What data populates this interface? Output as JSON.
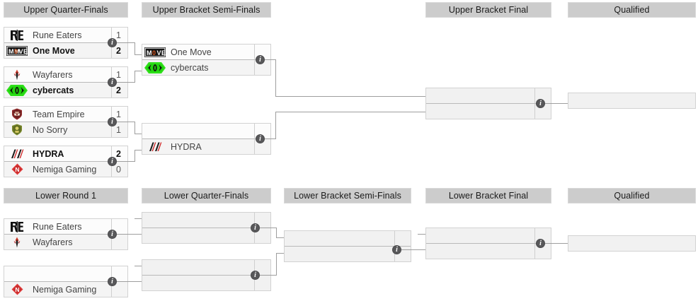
{
  "page": {
    "title": "Double-Elimination Tournament Bracket"
  },
  "colors": {
    "header_bg": "#cccccc",
    "match_bg": "#f1f1f1",
    "row_bg": "#fcfcfc",
    "line": "#9e9e9e",
    "info_badge": "#58585a",
    "cybercats_green": "#2fe01a",
    "move_orange": "#d4541e",
    "nemiga_red": "#e03a3a",
    "empire_red": "#8f2b2b",
    "nosorry_olive": "#7b8a2e",
    "hydra_red": "#d02b2b"
  },
  "icons": {
    "info": "i",
    "info_name": "info-icon"
  },
  "upper_bracket": {
    "rounds": [
      {
        "name": "upper-quarter-finals",
        "label": "Upper Quarter-Finals"
      },
      {
        "name": "upper-bracket-semi-finals",
        "label": "Upper Bracket Semi-Finals"
      },
      {
        "name": "upper-bracket-final",
        "label": "Upper Bracket Final"
      },
      {
        "name": "upper-qualified",
        "label": "Qualified"
      }
    ],
    "quarter_finals": [
      {
        "id": "ubqf1",
        "teams": [
          {
            "name": "Rune Eaters",
            "logo": "rune-eaters",
            "score": "1",
            "winner": false
          },
          {
            "name": "One Move",
            "logo": "one-move",
            "score": "2",
            "winner": true
          }
        ]
      },
      {
        "id": "ubqf2",
        "teams": [
          {
            "name": "Wayfarers",
            "logo": "wayfarers",
            "score": "1",
            "winner": false
          },
          {
            "name": "cybercats",
            "logo": "cybercats",
            "score": "2",
            "winner": true
          }
        ]
      },
      {
        "id": "ubqf3",
        "teams": [
          {
            "name": "Team Empire",
            "logo": "team-empire",
            "score": "1",
            "winner": false
          },
          {
            "name": "No Sorry",
            "logo": "no-sorry",
            "score": "1",
            "winner": false
          }
        ]
      },
      {
        "id": "ubqf4",
        "teams": [
          {
            "name": "HYDRA",
            "logo": "hydra",
            "score": "2",
            "winner": true
          },
          {
            "name": "Nemiga Gaming",
            "logo": "nemiga-gaming",
            "score": "0",
            "winner": false
          }
        ]
      }
    ],
    "semi_finals": [
      {
        "id": "ubsf1",
        "teams": [
          {
            "name": "One Move",
            "logo": "one-move",
            "score": "",
            "winner": false
          },
          {
            "name": "cybercats",
            "logo": "cybercats",
            "score": "",
            "winner": false
          }
        ]
      },
      {
        "id": "ubsf2",
        "teams": [
          {
            "name": "",
            "logo": "",
            "score": "",
            "winner": false
          },
          {
            "name": "HYDRA",
            "logo": "hydra",
            "score": "",
            "winner": false
          }
        ]
      }
    ],
    "final": {
      "id": "ubf",
      "teams": [
        {
          "name": "",
          "logo": "",
          "score": "",
          "winner": false
        },
        {
          "name": "",
          "logo": "",
          "score": "",
          "winner": false
        }
      ]
    },
    "qualified": {
      "id": "ub-qualified",
      "name": "",
      "logo": "",
      "score": ""
    }
  },
  "lower_bracket": {
    "rounds": [
      {
        "name": "lower-round-1",
        "label": "Lower Round 1"
      },
      {
        "name": "lower-quarter-finals",
        "label": "Lower Quarter-Finals"
      },
      {
        "name": "lower-bracket-semi-finals",
        "label": "Lower Bracket Semi-Finals"
      },
      {
        "name": "lower-bracket-final",
        "label": "Lower Bracket Final"
      },
      {
        "name": "lower-qualified",
        "label": "Qualified"
      }
    ],
    "round1": [
      {
        "id": "lbr1m1",
        "teams": [
          {
            "name": "Rune Eaters",
            "logo": "rune-eaters",
            "score": "",
            "winner": false
          },
          {
            "name": "Wayfarers",
            "logo": "wayfarers",
            "score": "",
            "winner": false
          }
        ]
      },
      {
        "id": "lbr1m2",
        "teams": [
          {
            "name": "",
            "logo": "",
            "score": "",
            "winner": false
          },
          {
            "name": "Nemiga Gaming",
            "logo": "nemiga-gaming",
            "score": "",
            "winner": false
          }
        ]
      }
    ],
    "quarter_finals": [
      {
        "id": "lbqf1",
        "teams": [
          {
            "name": "",
            "logo": "",
            "score": "",
            "winner": false
          },
          {
            "name": "",
            "logo": "",
            "score": "",
            "winner": false
          }
        ]
      },
      {
        "id": "lbqf2",
        "teams": [
          {
            "name": "",
            "logo": "",
            "score": "",
            "winner": false
          },
          {
            "name": "",
            "logo": "",
            "score": "",
            "winner": false
          }
        ]
      }
    ],
    "semi_final": {
      "id": "lbsf",
      "teams": [
        {
          "name": "",
          "logo": "",
          "score": "",
          "winner": false
        },
        {
          "name": "",
          "logo": "",
          "score": "",
          "winner": false
        }
      ]
    },
    "final": {
      "id": "lbf",
      "teams": [
        {
          "name": "",
          "logo": "",
          "score": "",
          "winner": false
        },
        {
          "name": "",
          "logo": "",
          "score": "",
          "winner": false
        }
      ]
    },
    "qualified": {
      "id": "lb-qualified",
      "name": "",
      "logo": "",
      "score": ""
    }
  }
}
